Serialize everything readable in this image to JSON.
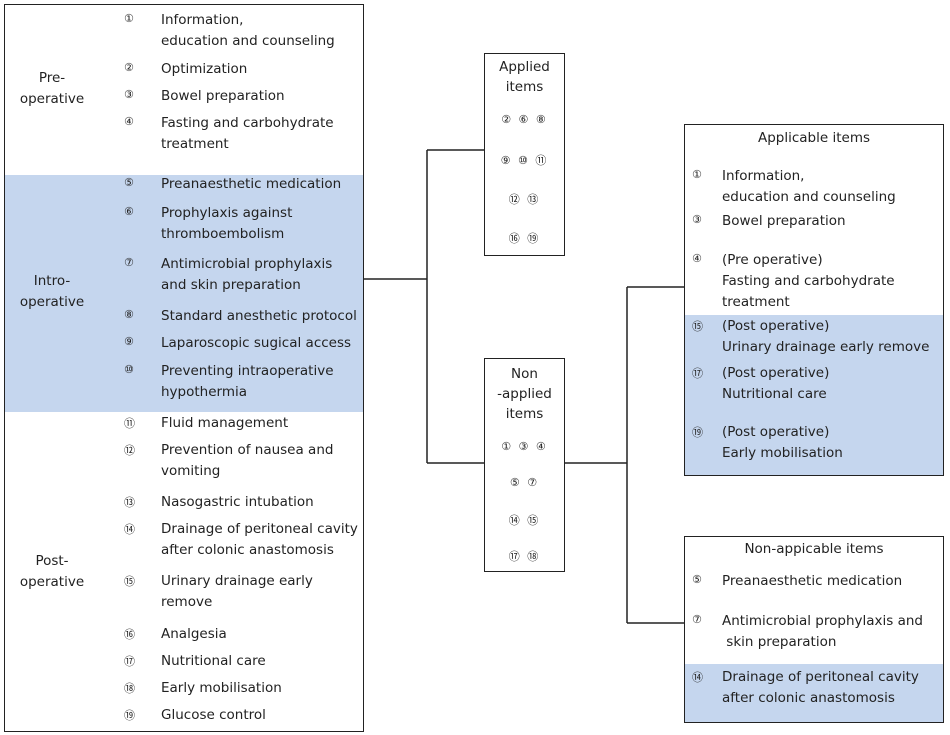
{
  "left_panel": {
    "phases": {
      "pre": "Pre-\noperative",
      "intra": "Intro-\noperative",
      "post": "Post-\noperative"
    },
    "items": [
      {
        "n": "①",
        "text": "Information,\neducation and counseling"
      },
      {
        "n": "②",
        "text": "Optimization"
      },
      {
        "n": "③",
        "text": "Bowel preparation"
      },
      {
        "n": "④",
        "text": "Fasting and carbohydrate\ntreatment"
      },
      {
        "n": "⑤",
        "text": "Preanaesthetic medication"
      },
      {
        "n": "⑥",
        "text": "Prophylaxis against\nthromboembolism"
      },
      {
        "n": "⑦",
        "text": "Antimicrobial prophylaxis\nand skin preparation"
      },
      {
        "n": "⑧",
        "text": "Standard anesthetic protocol"
      },
      {
        "n": "⑨",
        "text": "Laparoscopic sugical access"
      },
      {
        "n": "⑩",
        "text": "Preventing intraoperative\nhypothermia"
      },
      {
        "n": "⑪",
        "text": "Fluid management"
      },
      {
        "n": "⑫",
        "text": "Prevention of nausea and\nvomiting"
      },
      {
        "n": "⑬",
        "text": "Nasogastric intubation"
      },
      {
        "n": "⑭",
        "text": "Drainage of peritoneal cavity\nafter colonic anastomosis"
      },
      {
        "n": "⑮",
        "text": "Urinary drainage early\nremove"
      },
      {
        "n": "⑯",
        "text": "Analgesia"
      },
      {
        "n": "⑰",
        "text": "Nutritional care"
      },
      {
        "n": "⑱",
        "text": "Early mobilisation"
      },
      {
        "n": "⑲",
        "text": "Glucose control"
      }
    ]
  },
  "applied": {
    "title": "Applied\nitems",
    "rows": [
      "② ⑥ ⑧",
      "⑨ ⑩ ⑪",
      "⑫ ⑬",
      "⑯ ⑲"
    ]
  },
  "non_applied": {
    "title": "Non\n-applied\nitems",
    "rows": [
      "① ③ ④",
      "⑤ ⑦",
      "⑭ ⑮",
      "⑰ ⑱"
    ]
  },
  "applicable": {
    "title": "Applicable items",
    "items": [
      {
        "n": "①",
        "text": "Information,\neducation and counseling"
      },
      {
        "n": "③",
        "text": "Bowel preparation"
      },
      {
        "n": "④",
        "text": "(Pre operative)\nFasting and carbohydrate\ntreatment"
      },
      {
        "n": "⑮",
        "text": "(Post operative)\nUrinary drainage early remove"
      },
      {
        "n": "⑰",
        "text": "(Post operative)\nNutritional care"
      },
      {
        "n": "⑲",
        "text": "(Post operative)\nEarly mobilisation"
      }
    ]
  },
  "non_applicable": {
    "title": "Non-appicable items",
    "items": [
      {
        "n": "⑤",
        "text": "Preanaesthetic medication"
      },
      {
        "n": "⑦",
        "text": "Antimicrobial prophylaxis and\n skin preparation"
      },
      {
        "n": "⑭",
        "text": "Drainage of peritoneal cavity\nafter colonic anastomosis"
      }
    ]
  },
  "colors": {
    "highlight": "#c5d6ee",
    "line": "#222222"
  }
}
